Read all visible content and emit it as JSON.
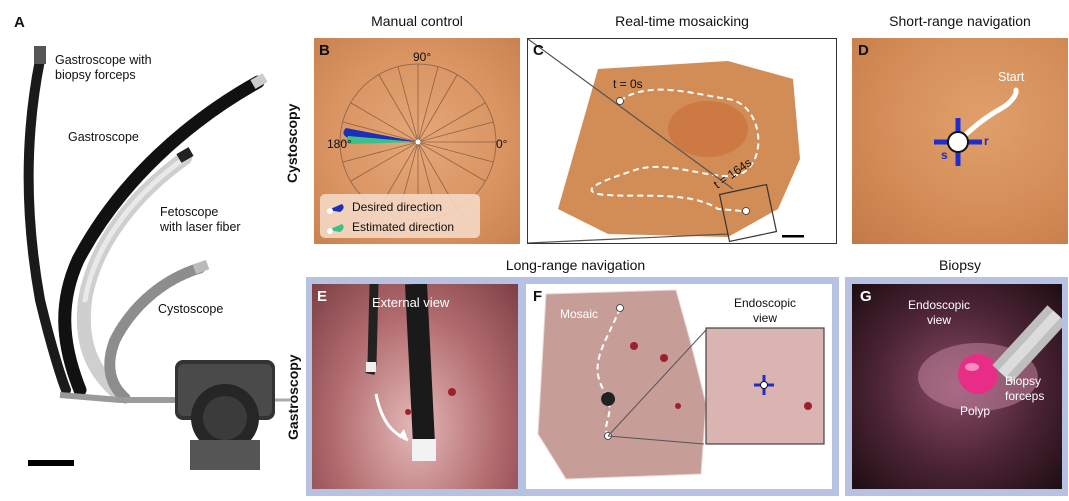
{
  "panels": {
    "A": {
      "letter": "A",
      "labels": {
        "gastro_forceps": "Gastroscope with\nbiopsy forceps",
        "gastroscope": "Gastroscope",
        "fetoscope": "Fetoscope\nwith laser fiber",
        "cystoscope": "Cystoscope"
      }
    },
    "B": {
      "letter": "B",
      "title": "Manual control",
      "angles": {
        "a90": "90°",
        "a180": "180°",
        "a0": "0°"
      },
      "legend": {
        "desired": "Desired direction",
        "estimated": "Estimated direction"
      }
    },
    "C": {
      "letter": "C",
      "title": "Real-time mosaicking",
      "t0": "t = 0s",
      "t164": "t = 164s"
    },
    "D": {
      "letter": "D",
      "title": "Short-range navigation",
      "start": "Start",
      "s": "s",
      "r": "r"
    },
    "E": {
      "letter": "E",
      "label": "External view"
    },
    "F": {
      "letter": "F",
      "mosaic": "Mosaic",
      "endoscopic_view": "Endoscopic\nview"
    },
    "G": {
      "letter": "G",
      "title": "Biopsy",
      "endoscopic_view": "Endoscopic\nview",
      "polyp": "Polyp",
      "biopsy_forceps": "Biopsy\nforceps"
    }
  },
  "rows": {
    "cystoscopy": "Cystoscopy",
    "gastroscopy": "Gastroscopy"
  },
  "section_titles": {
    "long_range": "Long-range navigation"
  },
  "colors": {
    "cysto_tissue": "#d9955e",
    "gastro_frame": "#b7c1e2",
    "desired_arrow": "#1b2fb8",
    "estimated_arrow": "#3ec08a"
  }
}
